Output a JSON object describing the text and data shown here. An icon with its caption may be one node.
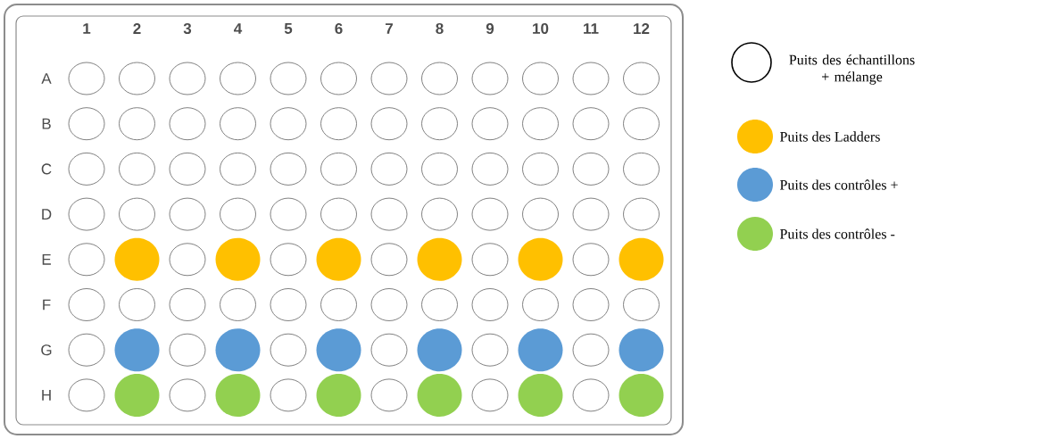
{
  "diagram": {
    "labels": [
      "1",
      "2",
      "3",
      "4",
      "5",
      "6",
      "7",
      "8",
      "9",
      "10",
      "11",
      "12",
      "A",
      "B",
      "C",
      "D",
      "E",
      "F",
      "G",
      "H"
    ],
    "legend": [
      {
        "text": "Puits des échantillons + mélange"
      },
      {
        "text": "Puits des Ladders",
        "color": "#ffc000"
      },
      {
        "text": "Puits des contrôles +",
        "color": "#5b9bd5"
      },
      {
        "text": "Puits des contrôles -",
        "color": "#92d050"
      }
    ]
  }
}
